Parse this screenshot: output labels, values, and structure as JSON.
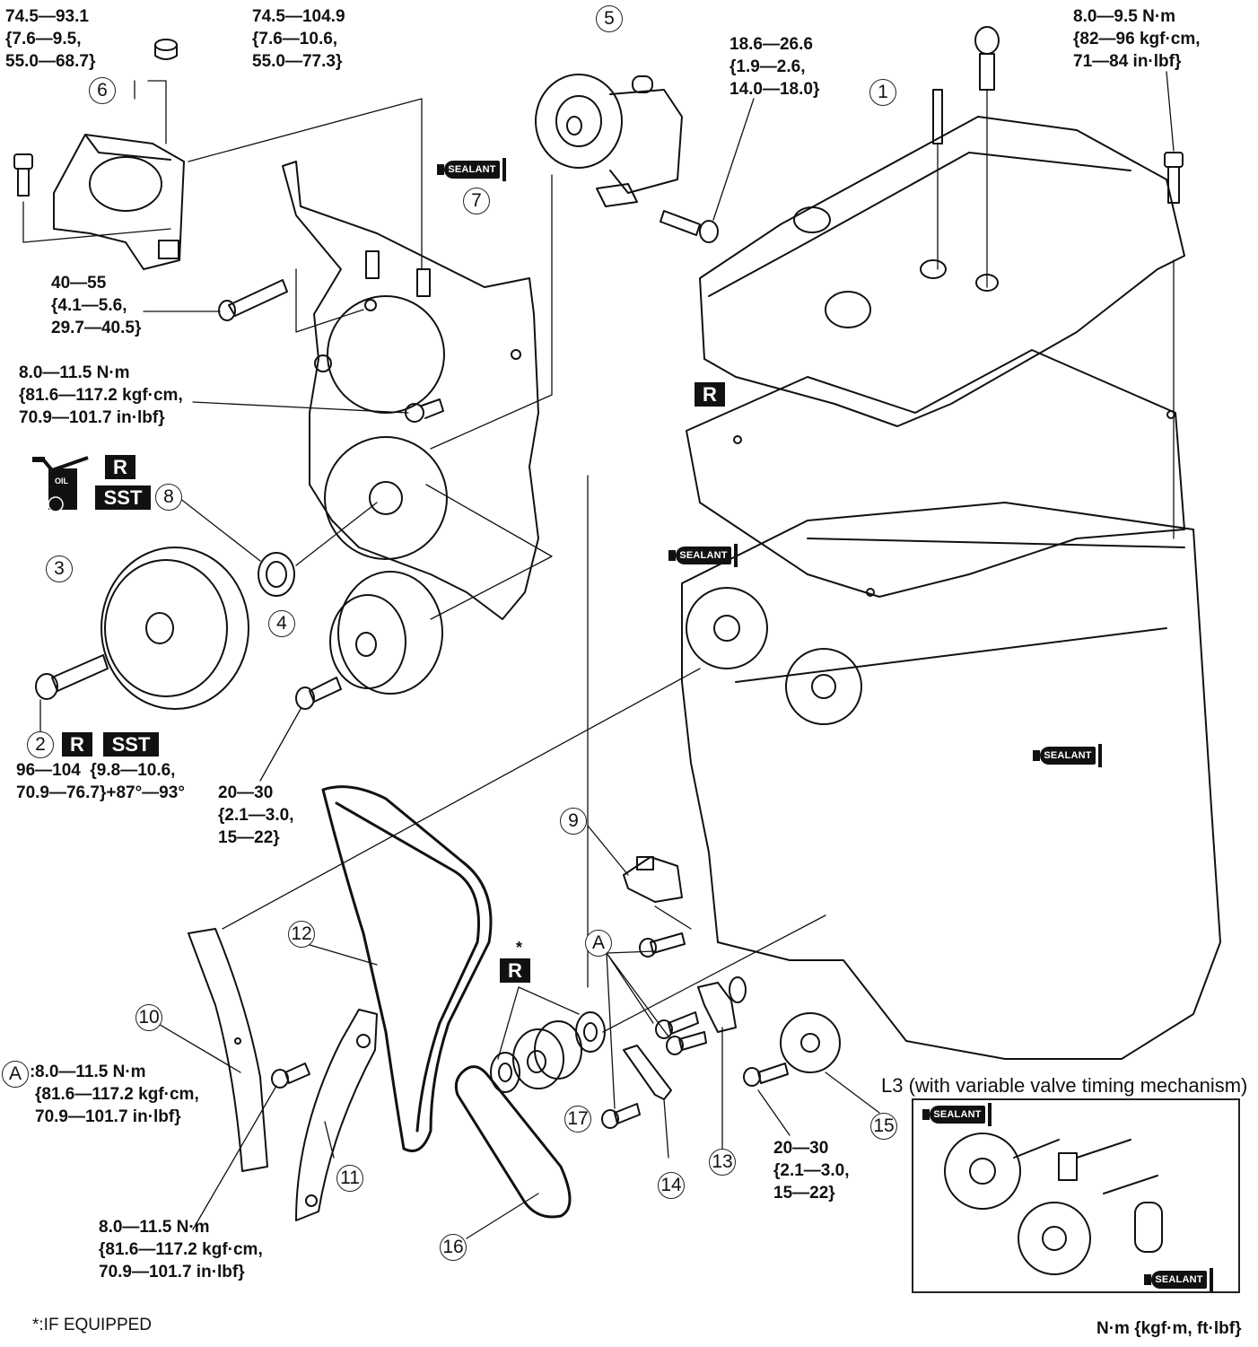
{
  "diagram": {
    "title": "Timing chain / front cover exploded view",
    "units_label": "N·m {kgf·m, ft·lbf}",
    "footnote": "*:IF EQUIPPED",
    "inset_title": "L3 (with variable valve timing mechanism)",
    "badges": {
      "r": "R",
      "sst": "SST",
      "oil": "OIL",
      "sealant": "SEALANT",
      "asterisk": "*"
    },
    "callouts": [
      "1",
      "2",
      "3",
      "4",
      "5",
      "6",
      "7",
      "8",
      "9",
      "10",
      "11",
      "12",
      "13",
      "14",
      "15",
      "16",
      "17"
    ],
    "note_a_marker": "A",
    "note_a_sep": ":",
    "torque_specs": {
      "mount_bolt": "74.5—93.1\n{7.6—9.5,\n55.0—68.7}",
      "mount_nut": "74.5—104.9\n{7.6—10.6,\n55.0—77.3}",
      "tensioner_bolt": "18.6—26.6\n{1.9—2.6,\n14.0—18.0}",
      "cover_bolt_top": "8.0—9.5 N·m\n{82—96 kgf·cm,\n71—84 in·lbf}",
      "front_cover_bolt": "40—55\n{4.1—5.6,\n29.7—40.5}",
      "front_cover_small_bolt": "8.0—11.5 N·m\n{81.6—117.2 kgf·cm,\n70.9—101.7 in·lbf}",
      "pulley_bolt": "96—104  {9.8—10.6,\n70.9—76.7}+87°—93°",
      "idler_bolt": "20—30\n{2.1—3.0,\n15—22}",
      "note_a": "8.0—11.5 N·m\n{81.6—117.2 kgf·cm,\n70.9—101.7 in·lbf}",
      "guide_bolt": "8.0—11.5 N·m\n{81.6—117.2 kgf·cm,\n70.9—101.7 in·lbf}",
      "oil_pump_sprocket_bolt": "20—30\n{2.1—3.0,\n15—22}"
    }
  }
}
